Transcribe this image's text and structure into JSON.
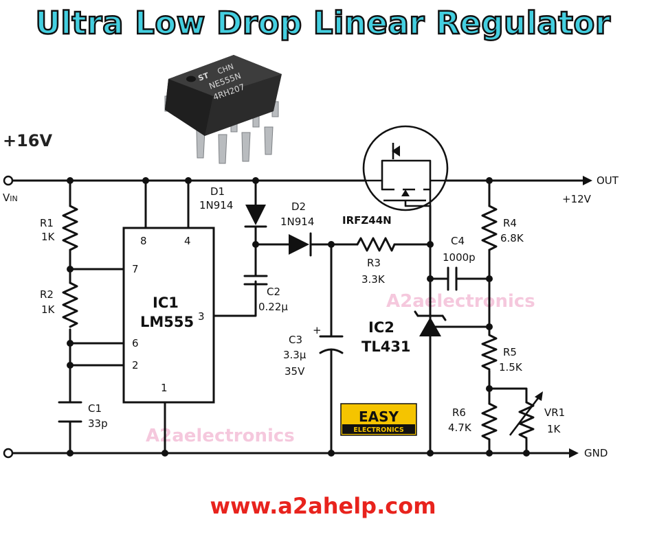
{
  "title": "Ultra Low Drop Linear Regulator",
  "website": "www.a2ahelp.com",
  "watermark": "A2aelectronics",
  "colors": {
    "title": "#44cfe0",
    "website": "#e8231d",
    "badge": "#f5c400",
    "watermark": "#f2b6d2"
  },
  "supply": {
    "voltage": "+16V",
    "vin": "V",
    "vin_sub": "IN"
  },
  "output": {
    "out": "OUT",
    "voltage": "+12V",
    "gnd": "GND"
  },
  "chip_image": {
    "line1": "CHN",
    "line2": "NE555N",
    "line3": "4RH207",
    "logo": "ST"
  },
  "ic1": {
    "name": "IC1",
    "part": "LM555",
    "pins": {
      "p8": "8",
      "p4": "4",
      "p7": "7",
      "p6": "6",
      "p2": "2",
      "p3": "3",
      "p1": "1"
    }
  },
  "ic2": {
    "name": "IC2",
    "part": "TL431"
  },
  "mosfet": {
    "part": "IRFZ44N"
  },
  "components": {
    "r1": {
      "name": "R1",
      "value": "1K"
    },
    "r2": {
      "name": "R2",
      "value": "1K"
    },
    "c1": {
      "name": "C1",
      "value": "33p"
    },
    "d1": {
      "name": "D1",
      "value": "1N914"
    },
    "d2": {
      "name": "D2",
      "value": "1N914"
    },
    "c2": {
      "name": "C2",
      "value": "0.22µ"
    },
    "c3": {
      "name": "C3",
      "value": "3.3µ",
      "voltage": "35V",
      "polarity": "+"
    },
    "r3": {
      "name": "R3",
      "value": "3.3K"
    },
    "c4": {
      "name": "C4",
      "value": "1000p"
    },
    "r4": {
      "name": "R4",
      "value": "6.8K"
    },
    "r5": {
      "name": "R5",
      "value": "1.5K"
    },
    "r6": {
      "name": "R6",
      "value": "4.7K"
    },
    "vr1": {
      "name": "VR1",
      "value": "1K"
    }
  },
  "badge": {
    "top": "EASY",
    "bottom": "ELECTRONICS"
  }
}
